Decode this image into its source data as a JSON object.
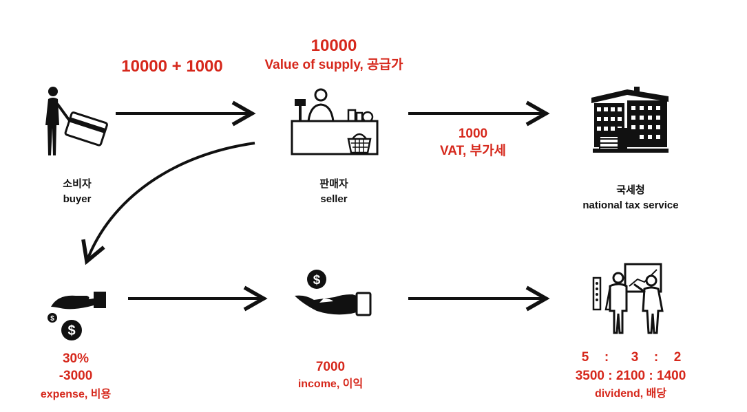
{
  "colors": {
    "accent": "#d6281c",
    "ink": "#111111"
  },
  "top": {
    "payment": "10000 + 1000",
    "supply_value": "10000",
    "supply_label": "Value of supply, 공급가",
    "vat_value": "1000",
    "vat_label": "VAT, 부가세"
  },
  "nodes": {
    "buyer": {
      "ko": "소비자",
      "en": "buyer",
      "icon": "buyer-card-icon"
    },
    "seller": {
      "ko": "판매자",
      "en": "seller",
      "icon": "shop-counter-icon"
    },
    "tax": {
      "ko": "국세청",
      "en": "national tax service",
      "icon": "government-building-icon"
    }
  },
  "bottom": {
    "expense": {
      "percent": "30%",
      "amount": "-3000",
      "label": "expense, 비용",
      "icon": "hand-giving-money-icon"
    },
    "income": {
      "amount": "7000",
      "label": "income, 이익",
      "icon": "hand-receiving-money-icon"
    },
    "dividend": {
      "r1": "5",
      "r2": "3",
      "r3": "2",
      "colon": ":",
      "split": "3500 : 2100 : 1400",
      "label": "dividend, 배당",
      "icon": "presentation-meeting-icon"
    }
  }
}
